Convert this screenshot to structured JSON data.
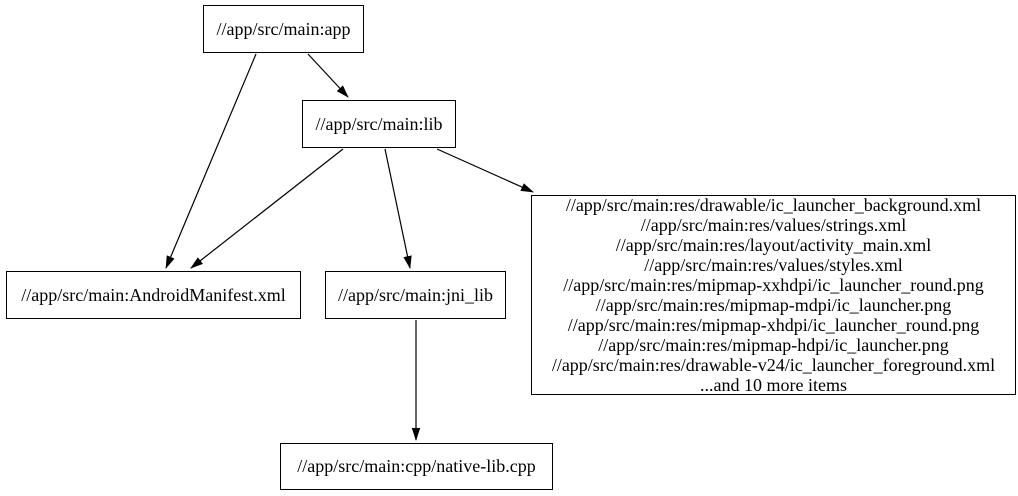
{
  "diagram": {
    "type": "dependency-graph",
    "background_color": "#ffffff",
    "node_border_color": "#000000",
    "edge_color": "#000000",
    "text_color": "#000000",
    "nodes": {
      "app": {
        "label": "//app/src/main:app"
      },
      "lib": {
        "label": "//app/src/main:lib"
      },
      "android_manifest": {
        "label": "//app/src/main:AndroidManifest.xml"
      },
      "jni_lib": {
        "label": "//app/src/main:jni_lib"
      },
      "resources": {
        "lines": [
          "//app/src/main:res/drawable/ic_launcher_background.xml",
          "//app/src/main:res/values/strings.xml",
          "//app/src/main:res/layout/activity_main.xml",
          "//app/src/main:res/values/styles.xml",
          "//app/src/main:res/mipmap-xxhdpi/ic_launcher_round.png",
          "//app/src/main:res/mipmap-mdpi/ic_launcher.png",
          "//app/src/main:res/mipmap-xhdpi/ic_launcher_round.png",
          "//app/src/main:res/mipmap-hdpi/ic_launcher.png",
          "//app/src/main:res/drawable-v24/ic_launcher_foreground.xml",
          "...and 10 more items"
        ]
      },
      "native_lib_cpp": {
        "label": "//app/src/main:cpp/native-lib.cpp"
      }
    },
    "edges": [
      {
        "from": "app",
        "to": "lib"
      },
      {
        "from": "app",
        "to": "android_manifest"
      },
      {
        "from": "lib",
        "to": "android_manifest"
      },
      {
        "from": "lib",
        "to": "jni_lib"
      },
      {
        "from": "lib",
        "to": "resources"
      },
      {
        "from": "jni_lib",
        "to": "native_lib_cpp"
      }
    ]
  }
}
